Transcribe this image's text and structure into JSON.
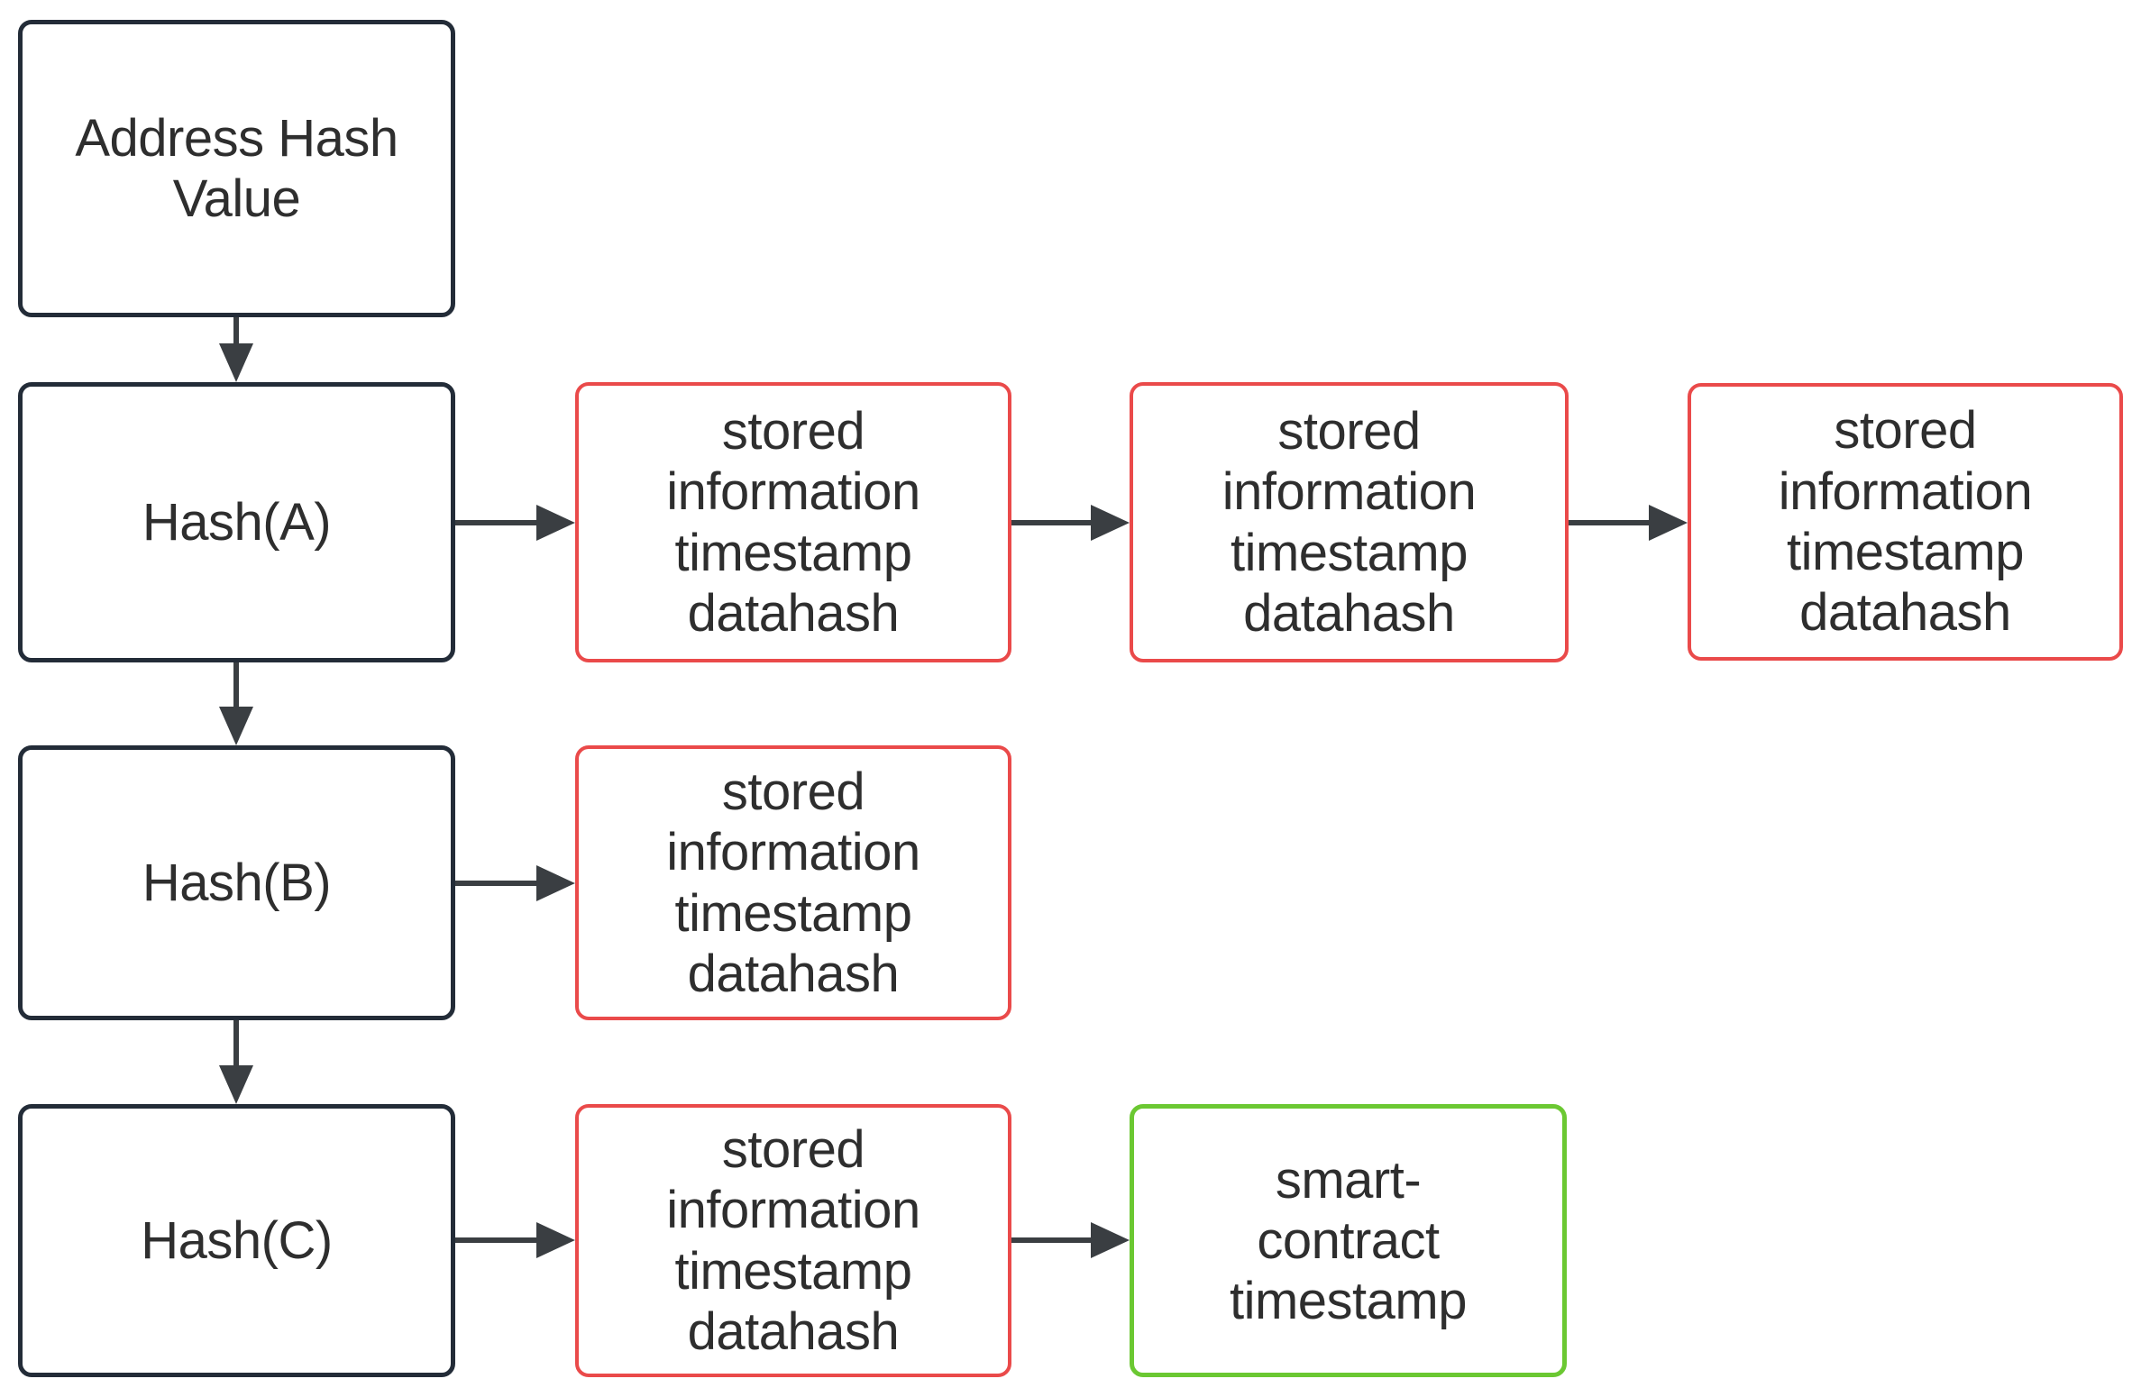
{
  "diagram": {
    "colors": {
      "background": "#ffffff",
      "border_dark": "#232c38",
      "border_red": "#ea4a4a",
      "border_green": "#6bc832",
      "arrow": "#3a3e42",
      "text": "#2e2e2e"
    },
    "nodes": {
      "address_hash_value": {
        "label": "Address Hash\nValue"
      },
      "hash_a": {
        "label": "Hash(A)"
      },
      "hash_b": {
        "label": "Hash(B)"
      },
      "hash_c": {
        "label": "Hash(C)"
      },
      "stored_a1": {
        "label": "stored\ninformation\ntimestamp\ndatahash"
      },
      "stored_a2": {
        "label": "stored\ninformation\ntimestamp\ndatahash"
      },
      "stored_a3": {
        "label": "stored\ninformation\ntimestamp\ndatahash"
      },
      "stored_b1": {
        "label": "stored\ninformation\ntimestamp\ndatahash"
      },
      "stored_c1": {
        "label": "stored\ninformation\ntimestamp\ndatahash"
      },
      "smart_contract": {
        "label": "smart-\ncontract\ntimestamp"
      }
    },
    "edges": [
      {
        "from": "address_hash_value",
        "to": "hash_a"
      },
      {
        "from": "hash_a",
        "to": "hash_b"
      },
      {
        "from": "hash_b",
        "to": "hash_c"
      },
      {
        "from": "hash_a",
        "to": "stored_a1"
      },
      {
        "from": "stored_a1",
        "to": "stored_a2"
      },
      {
        "from": "stored_a2",
        "to": "stored_a3"
      },
      {
        "from": "hash_b",
        "to": "stored_b1"
      },
      {
        "from": "hash_c",
        "to": "stored_c1"
      },
      {
        "from": "stored_c1",
        "to": "smart_contract"
      }
    ]
  }
}
